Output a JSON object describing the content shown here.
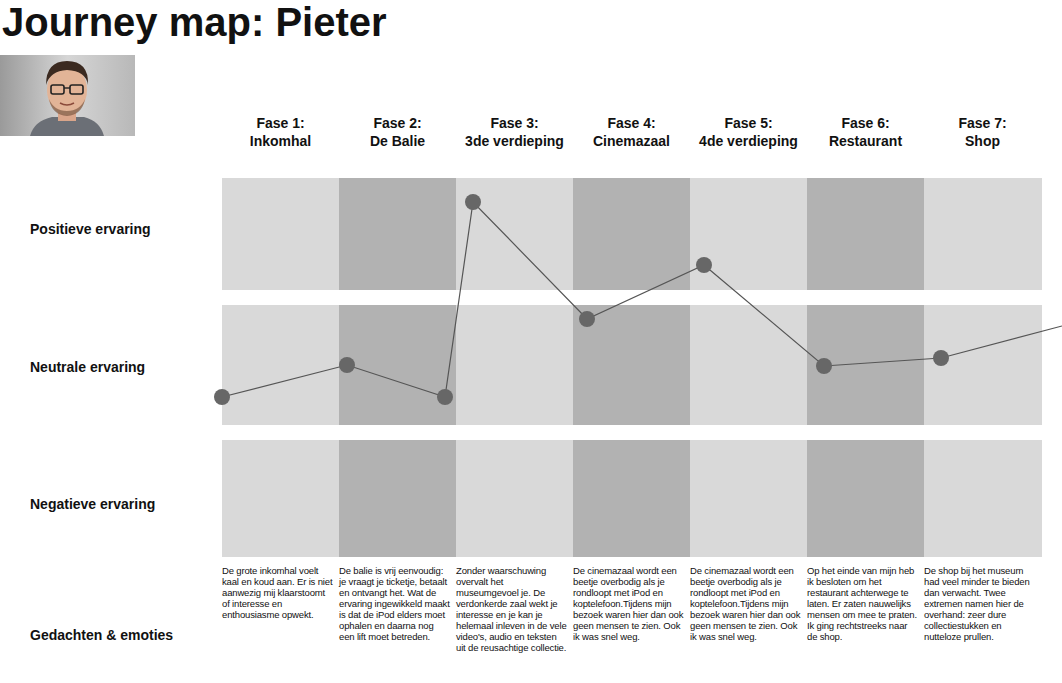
{
  "diagram": {
    "title": "Journey map: Pieter",
    "nodes": [
      {
        "text": [
          "Fase 1:",
          "Inkomhal",
          "De grote inkomhal voelt kaal en koud aan. Er is niet aanwezig mij klaarstoomt of interesse en enthousiasme opwekt."
        ]
      },
      {
        "text": [
          "Fase 2:",
          "De Balie",
          "De balie is vrij eenvoudig: je vraagt je ticketje, betaalt en ontvangt het. Wat de ervaring ingewikkeld maakt is dat de iPod elders moet ophalen en daarna nog een lift moet betreden."
        ]
      },
      {
        "text": [
          "Fase 3:",
          "3de verdieping",
          "Zonder waarschuwing overvalt het museumgevoel je. De verdonkerde zaal wekt je interesse en je kan je helemaal inleven in de vele video's, audio en teksten uit de reusachtige collectie."
        ]
      },
      {
        "text": [
          "Fase 4:",
          "Cinemazaal",
          "De cinemazaal wordt een beetje overbodig als je rondloopt met iPod en koptelefoon.Tijdens mijn bezoek waren hier dan ook geen mensen te zien. Ook ik was snel weg."
        ]
      },
      {
        "text": [
          "Fase 5:",
          "4de verdieping",
          "De cinemazaal wordt een beetje overbodig als je rondloopt met iPod en koptelefoon.Tijdens mijn bezoek waren hier dan ook geen mensen te zien. Ook ik was snel weg."
        ]
      },
      {
        "text": [
          "Fase 6:",
          "Restaurant",
          "Op het einde van mijn heb ik besloten om het restaurant achterwege te laten. Er zaten nauwelijks mensen om mee te praten. Ik ging rechtstreeks naar de shop."
        ]
      },
      {
        "text": [
          "Fase 7:",
          "Shop",
          "De shop bij het museum had veel minder te bieden dan verwacht. Twee extremen namen hier de overhand: zeer dure collectiestukken en nutteloze prullen."
        ]
      }
    ],
    "labels": [
      "Positieve ervaring",
      "Neutrale ervaring",
      "Negatieve ervaring",
      "Gedachten & emoties"
    ]
  }
}
